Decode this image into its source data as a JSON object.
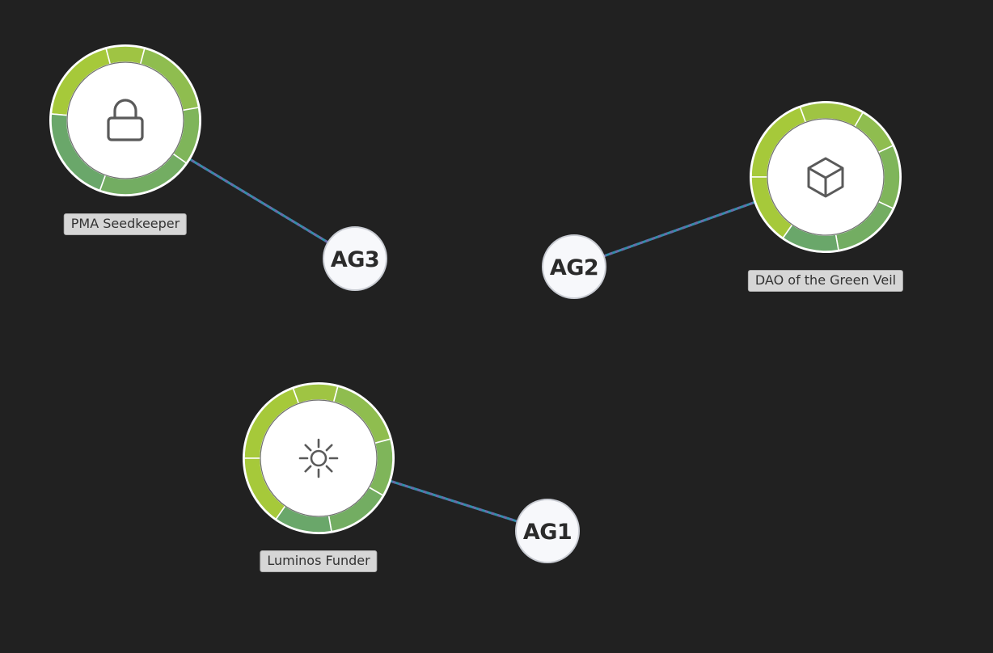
{
  "colors": {
    "background": "#212121",
    "edge": "#2e8fa8",
    "edge_dash": "#6b6aa8",
    "ring_segments": [
      "#a6c93a",
      "#9fc443",
      "#8fbd4f",
      "#7fb55a",
      "#73ad62",
      "#6aa76a"
    ],
    "node_fill": "#ffffff",
    "hub_fill": "#f7f8fb",
    "hub_text": "#2b2b2b",
    "icon": "#5a5a5a"
  },
  "nodes": [
    {
      "id": "pma",
      "label": "PMA Seedkeeper",
      "icon": "lock-icon"
    },
    {
      "id": "dao",
      "label": "DAO of the Green Veil",
      "icon": "cube-icon"
    },
    {
      "id": "luminos",
      "label": "Luminos Funder",
      "icon": "sun-icon"
    }
  ],
  "hubs": [
    {
      "id": "ag3",
      "label": "AG3"
    },
    {
      "id": "ag2",
      "label": "AG2"
    },
    {
      "id": "ag1",
      "label": "AG1"
    }
  ],
  "edges": [
    {
      "from": "pma",
      "to": "ag3"
    },
    {
      "from": "dao",
      "to": "ag2"
    },
    {
      "from": "luminos",
      "to": "ag1"
    }
  ]
}
